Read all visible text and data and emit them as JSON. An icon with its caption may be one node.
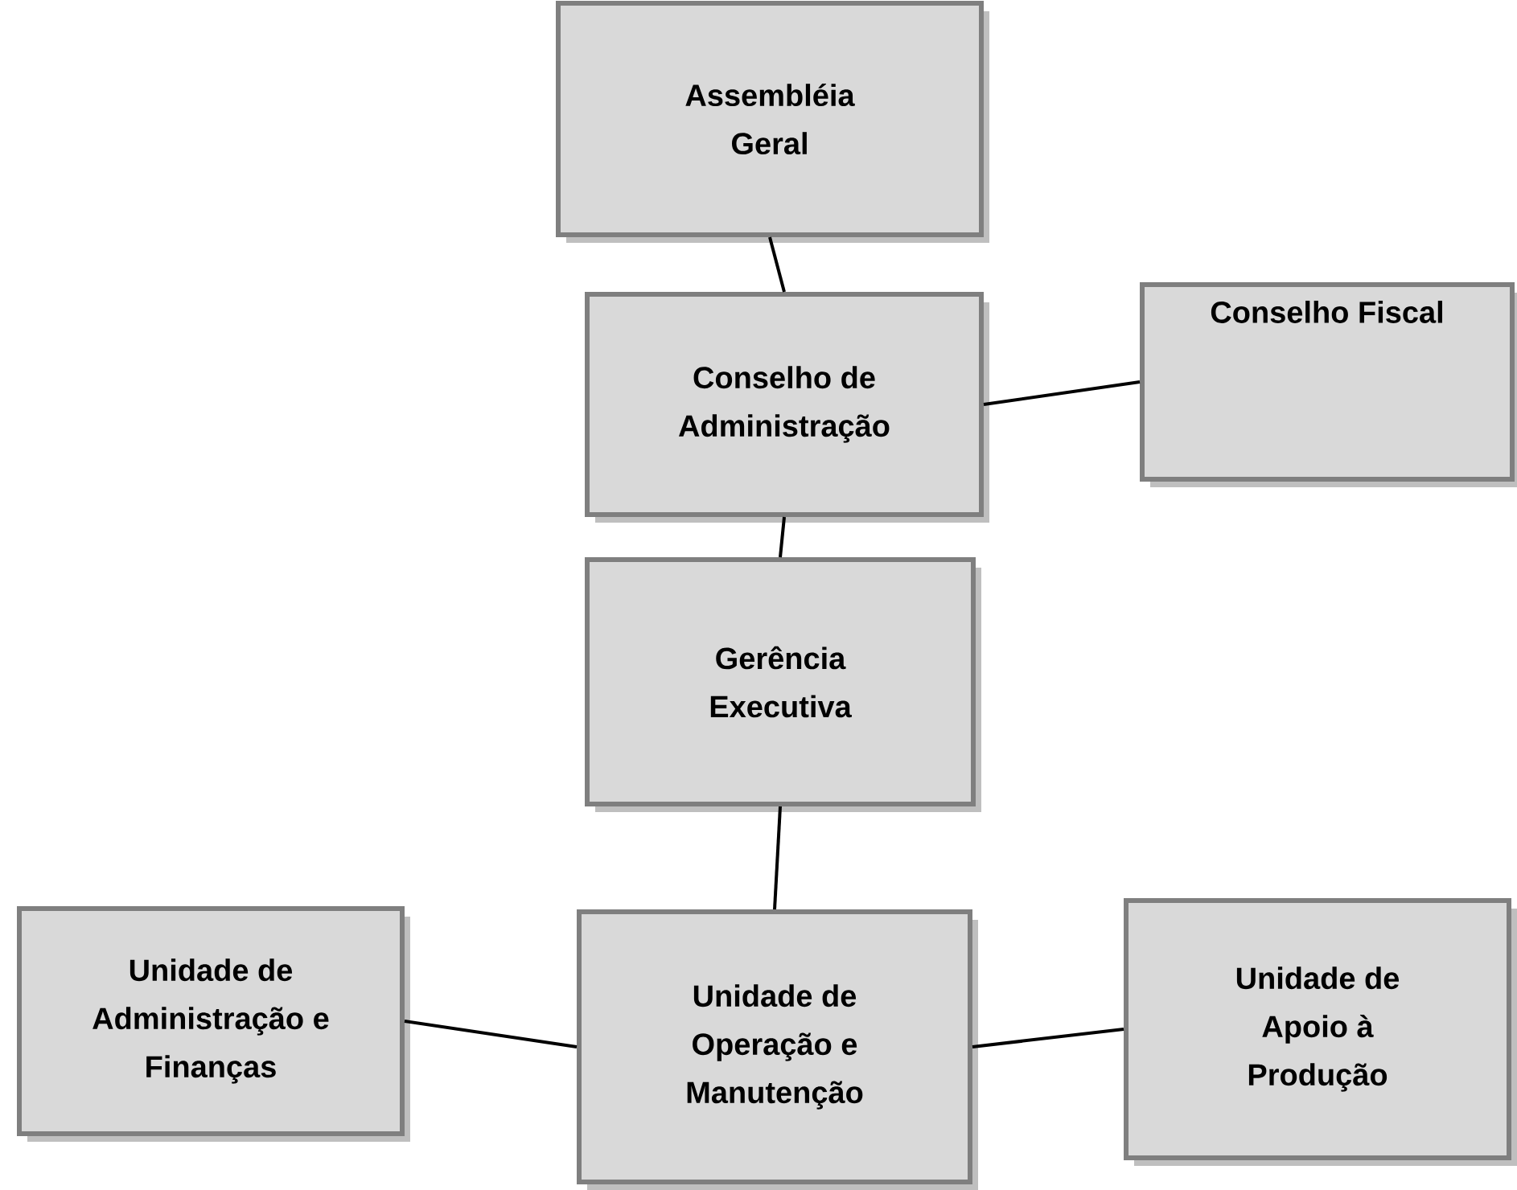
{
  "diagram": {
    "nodes": [
      {
        "text": [
          "Assembléia Geral"
        ]
      },
      {
        "text": [
          "Conselho de Administração"
        ]
      },
      {
        "text": [
          "Conselho Fiscal"
        ]
      },
      {
        "text": [
          "Gerência Executiva"
        ]
      },
      {
        "text": [
          "Unidade de Administração e Finanças"
        ]
      },
      {
        "text": [
          "Unidade de Operação e Manutenção"
        ]
      },
      {
        "text": [
          "Unidade de Apoio à Produção"
        ]
      }
    ],
    "edges": [
      {
        "from": 0,
        "to": 1,
        "arrow": "none"
      },
      {
        "from": 1,
        "to": 2,
        "arrow": "none"
      },
      {
        "from": 1,
        "to": 3,
        "arrow": "none"
      },
      {
        "from": 3,
        "to": 5,
        "arrow": "none"
      },
      {
        "from": 5,
        "to": 4,
        "arrow": "none"
      },
      {
        "from": 5,
        "to": 6,
        "arrow": "none"
      }
    ]
  }
}
